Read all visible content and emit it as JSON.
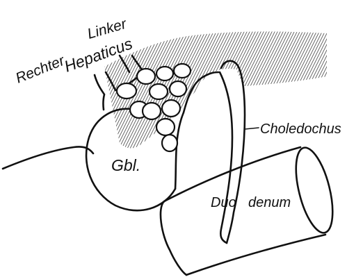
{
  "labels": {
    "rechter": "Rechter",
    "linker": "Linker",
    "hepaticus": "Hepaticus",
    "choledochus": "Choledochus",
    "gbl": "Gbl.",
    "duo": "Duo",
    "denum": "denum"
  },
  "colors": {
    "ink": "#111111",
    "hatch": "#444444",
    "background": "#ffffff"
  }
}
